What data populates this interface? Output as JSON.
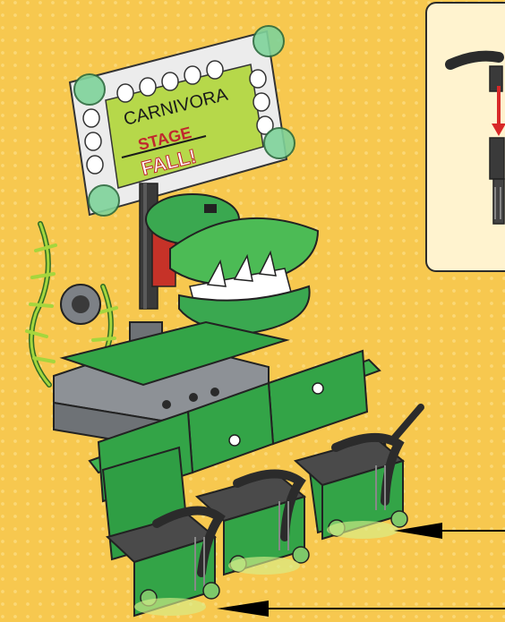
{
  "sign": {
    "line1": "CARNIVORA",
    "line2": "STAGE",
    "line3": "FALL!"
  },
  "colors": {
    "background": "#f7c84f",
    "brick_green": "#33a447",
    "brick_green_dark": "#1f7a32",
    "lime": "#9ccf3a",
    "gray": "#8d9196",
    "dark": "#3a3a3a",
    "arrow": "#000000",
    "callout_bg": "#fff3cf",
    "callout_arrow": "#d82828"
  }
}
